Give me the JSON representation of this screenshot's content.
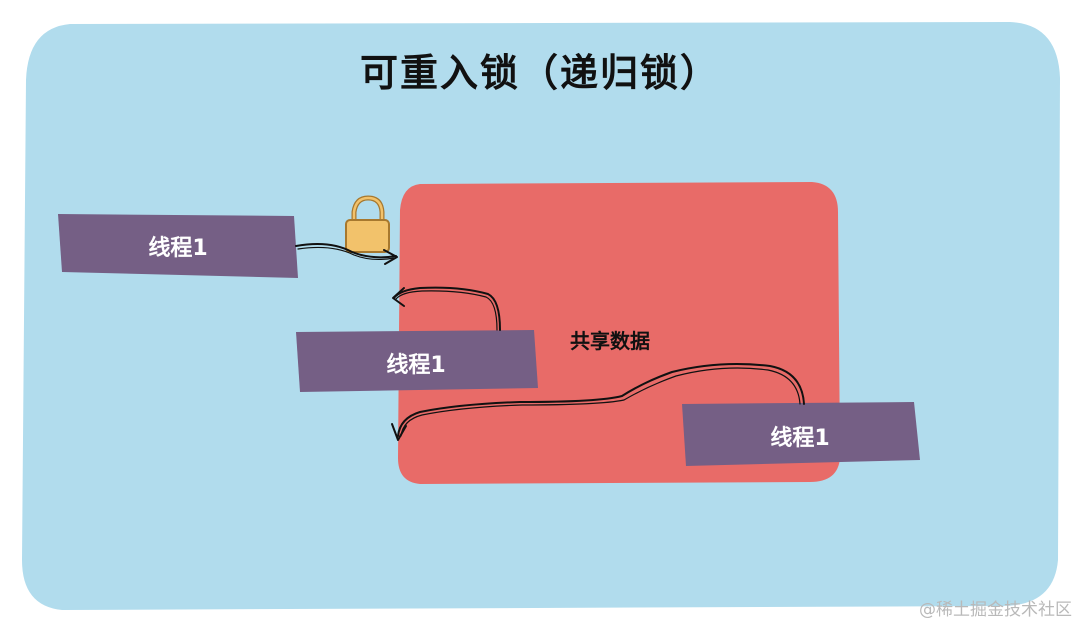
{
  "diagram": {
    "title": "可重入锁（递归锁）",
    "shared_data_label": "共享数据",
    "threads": [
      {
        "label": "线程1"
      },
      {
        "label": "线程1"
      },
      {
        "label": "线程1"
      }
    ],
    "lock_icon": "padlock-icon",
    "colors": {
      "background": "#b1dced",
      "shared_region": "#e86b68",
      "thread_box": "#755f85",
      "lock_body": "#f2c26b",
      "lock_outline": "#a7782e",
      "arrow": "#111111"
    }
  },
  "watermark": "@稀土掘金技术社区"
}
